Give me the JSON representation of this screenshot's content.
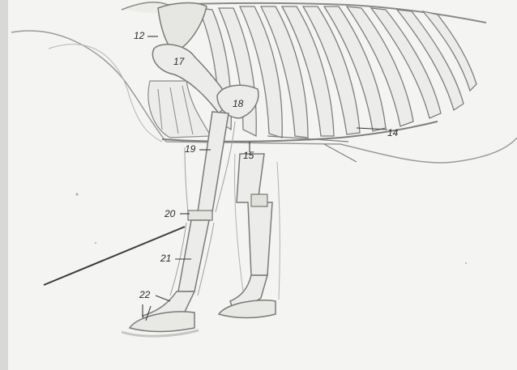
{
  "labels": {
    "l12": "12",
    "l17": "17",
    "l18": "18",
    "l19": "19",
    "l15": "15",
    "l14": "14",
    "l20": "20",
    "l21": "21",
    "l22": "22"
  },
  "colors": {
    "paper": "#f4f4f2",
    "bone": "#e9e9e6",
    "outline": "#7a7a78",
    "pointer": "#3a3a3a"
  }
}
